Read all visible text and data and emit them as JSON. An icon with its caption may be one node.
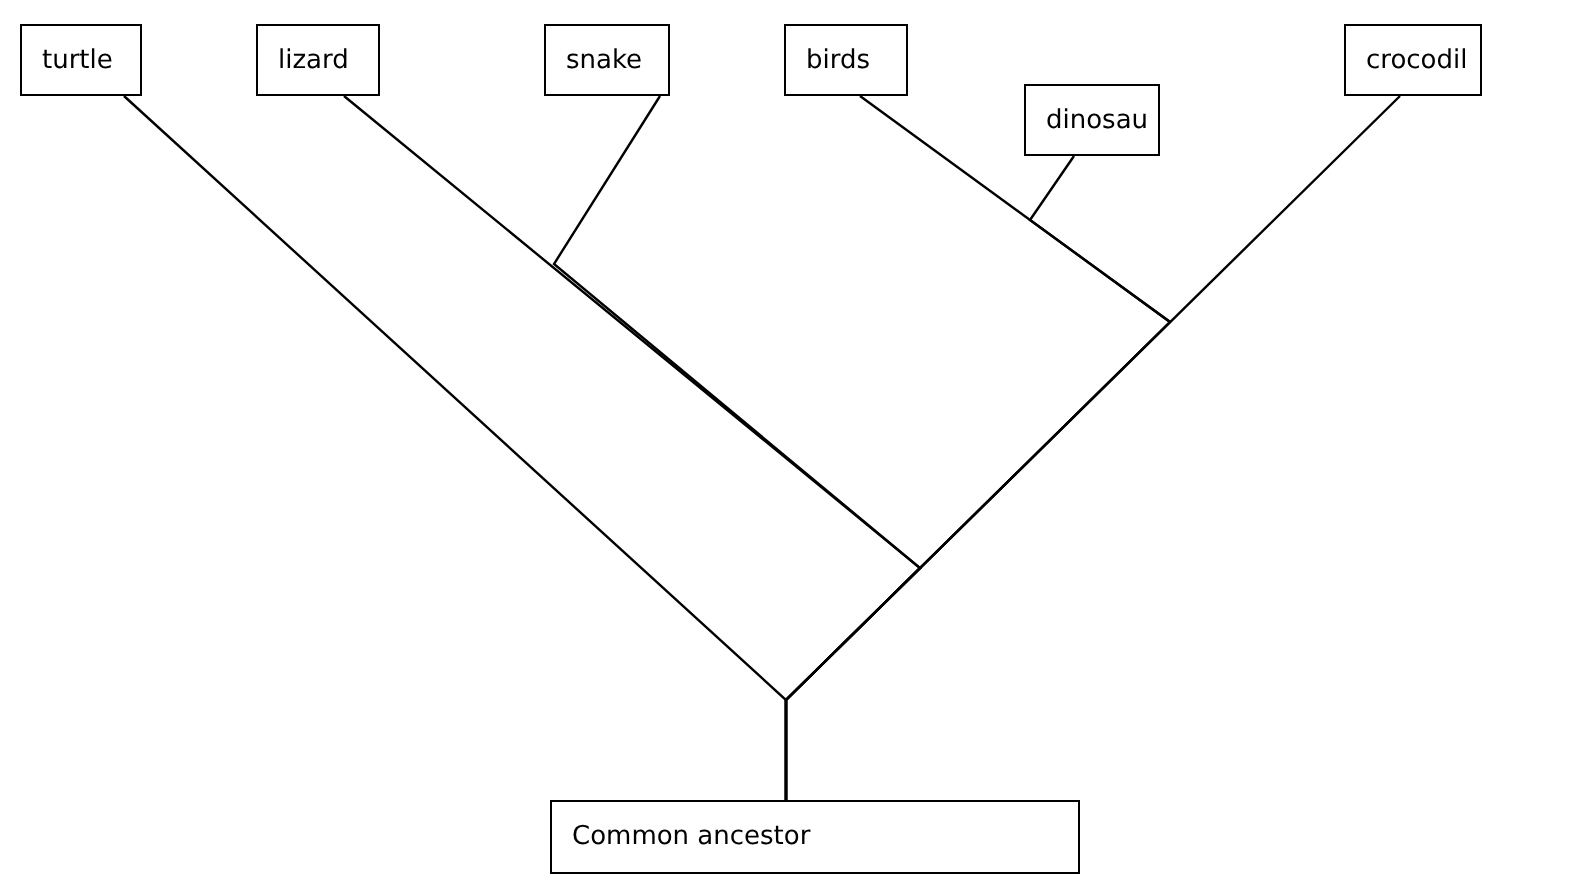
{
  "diagram": {
    "nodes": [
      {
        "text": [
          "turtle"
        ]
      },
      {
        "text": [
          "lizard"
        ]
      },
      {
        "text": [
          "snake"
        ]
      },
      {
        "text": [
          "birds"
        ]
      },
      {
        "text": [
          "dinosau"
        ]
      },
      {
        "text": [
          "crocodil"
        ]
      },
      {
        "text": [
          "Common ancestor"
        ]
      }
    ],
    "edges": [
      {
        "from": 6,
        "to": 0,
        "arrow": "none"
      },
      {
        "from": 6,
        "to": 1,
        "arrow": "none"
      },
      {
        "from": 6,
        "to": 2,
        "arrow": "none"
      },
      {
        "from": 6,
        "to": 3,
        "arrow": "none"
      },
      {
        "from": 6,
        "to": 4,
        "arrow": "none"
      },
      {
        "from": 6,
        "to": 5,
        "arrow": "none"
      }
    ]
  }
}
